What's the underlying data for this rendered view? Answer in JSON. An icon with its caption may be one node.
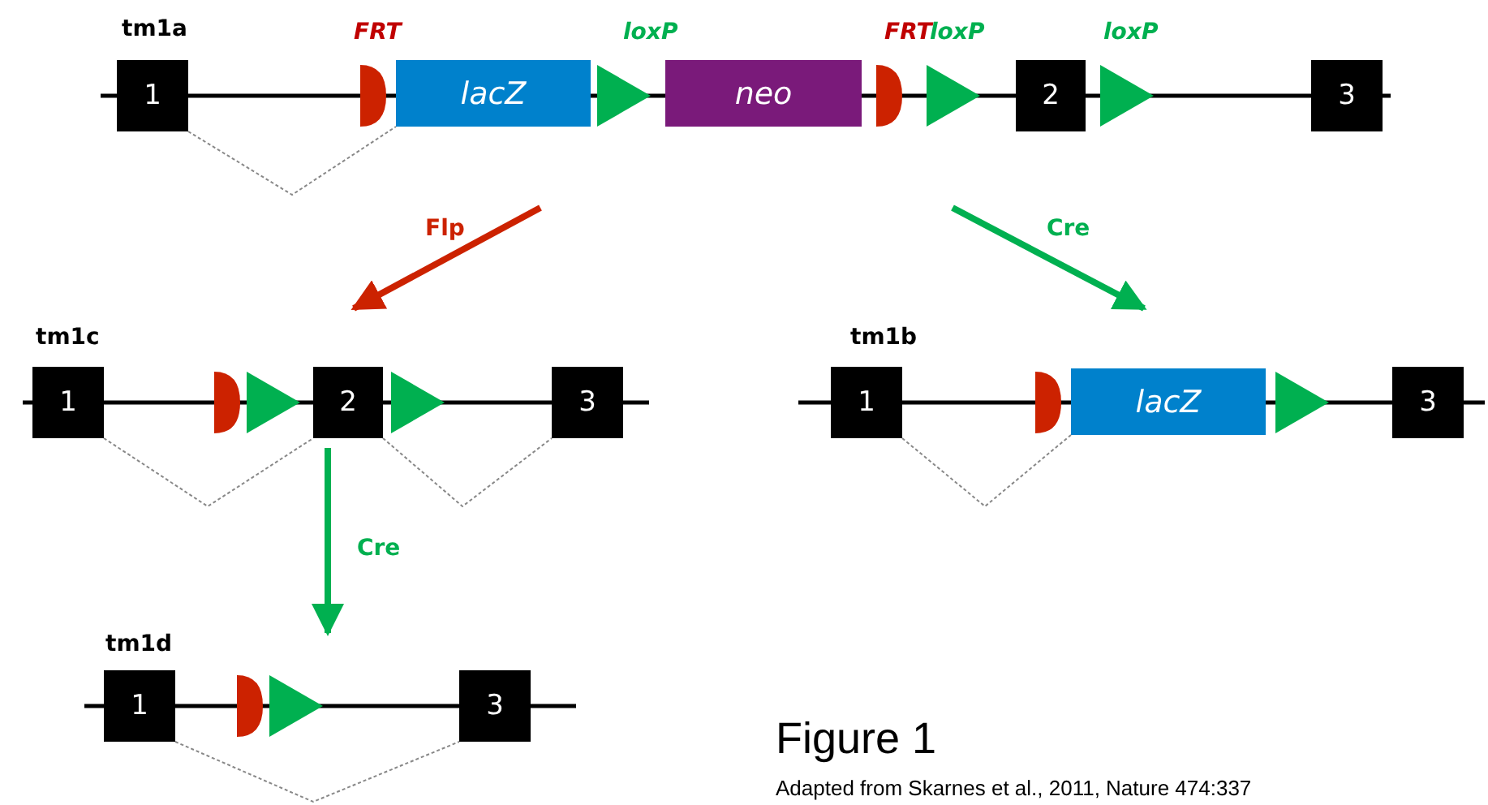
{
  "diagram": {
    "caption": "Figure 1",
    "nodes": [
      {
        "text": [
          "tm1a"
        ]
      },
      {
        "text": [
          "1"
        ],
        "in": 0
      },
      {
        "text": [
          "lacZ"
        ],
        "in": 0
      },
      {
        "text": [
          "neo"
        ],
        "in": 0
      },
      {
        "text": [
          "2"
        ],
        "in": 0
      },
      {
        "text": [
          "3"
        ],
        "in": 0
      },
      {
        "text": [
          "tm1c"
        ]
      },
      {
        "text": [
          "1"
        ],
        "in": 6
      },
      {
        "text": [
          "2"
        ],
        "in": 6
      },
      {
        "text": [
          "3"
        ],
        "in": 6
      },
      {
        "text": [
          "tm1b"
        ]
      },
      {
        "text": [
          "1"
        ],
        "in": 10
      },
      {
        "text": [
          "lacZ"
        ],
        "in": 10
      },
      {
        "text": [
          "3"
        ],
        "in": 10
      },
      {
        "text": [
          "tm1d"
        ]
      },
      {
        "text": [
          "1"
        ],
        "in": 14
      },
      {
        "text": [
          "3"
        ],
        "in": 14
      }
    ],
    "edges": [
      {
        "from": 1,
        "to": 2,
        "arrow": "none",
        "style": "dashed"
      },
      {
        "from": 0,
        "to": 6,
        "arrow": "to",
        "label": "Flp",
        "style": "thick",
        "color": "#cc2200"
      },
      {
        "from": 0,
        "to": 10,
        "arrow": "to",
        "label": "Cre",
        "style": "thick",
        "color": "#00b050"
      },
      {
        "from": 7,
        "to": 8,
        "arrow": "none",
        "style": "dashed"
      },
      {
        "from": 8,
        "to": 9,
        "arrow": "none",
        "style": "dashed"
      },
      {
        "from": 11,
        "to": 12,
        "arrow": "none",
        "style": "dashed"
      },
      {
        "from": 6,
        "to": 14,
        "arrow": "to",
        "label": "Cre",
        "style": "thick",
        "color": "#00b050"
      },
      {
        "from": 15,
        "to": 16,
        "arrow": "none",
        "style": "dashed"
      }
    ],
    "labels": [
      "FRT",
      "loxP",
      "FRT",
      "loxP",
      "loxP",
      "Adapted from Skarnes et al., 2011, Nature 474:337"
    ]
  }
}
